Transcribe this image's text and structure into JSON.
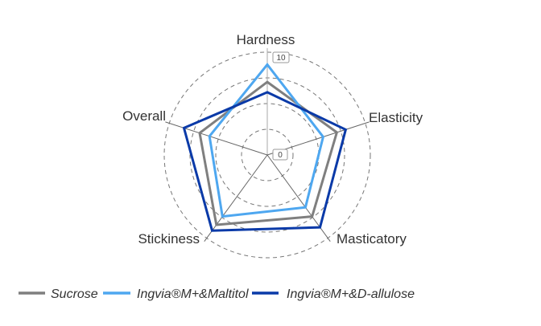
{
  "chart_data": {
    "type": "radar",
    "title": "",
    "axes": [
      "Hardness",
      "Elasticity",
      "Masticatory",
      "Stickiness",
      "Overall"
    ],
    "range": [
      0,
      10
    ],
    "rings": [
      2.5,
      5,
      7.5,
      10
    ],
    "tick_labels": [
      "0",
      "10"
    ],
    "grid": true,
    "legend_position": "bottom",
    "series": [
      {
        "name": "Sucrose",
        "color": "#7f7f7f",
        "values": [
          7.1,
          7.1,
          7.4,
          8.4,
          6.9
        ]
      },
      {
        "name": "Ingvia®M+&Maltitol",
        "color": "#4ea7f0",
        "values": [
          8.8,
          5.7,
          6.3,
          7.4,
          5.9
        ]
      },
      {
        "name": "Ingvia®M+&D-allulose",
        "color": "#0a3aa8",
        "values": [
          6.1,
          8.0,
          8.7,
          9.1,
          8.5
        ]
      }
    ]
  }
}
